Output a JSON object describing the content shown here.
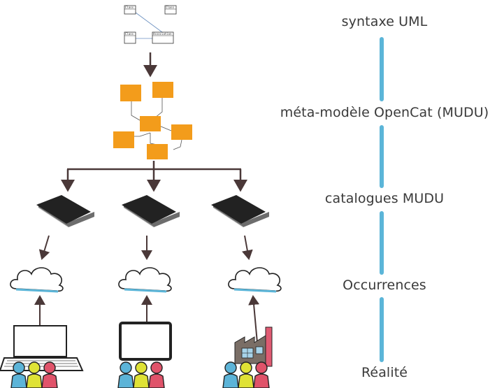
{
  "levels": [
    {
      "label": "syntaxe UML"
    },
    {
      "label": "méta-modèle OpenCat (MUDU)"
    },
    {
      "label": "catalogues MUDU"
    },
    {
      "label": "Occurrences"
    },
    {
      "label": "Réalité"
    }
  ],
  "uml": {
    "boxes": [
      "Class",
      "Class",
      "Class",
      "Association"
    ]
  },
  "colors": {
    "connector": "#5bb5d8",
    "metamodel_box": "#f39c1b",
    "arrow": "#4a3838",
    "person_blue": "#5cb4d8",
    "person_yellow": "#dfe235",
    "person_red": "#e0536a",
    "factory_chimney": "#e05a72",
    "factory_body": "#7a6e66"
  }
}
